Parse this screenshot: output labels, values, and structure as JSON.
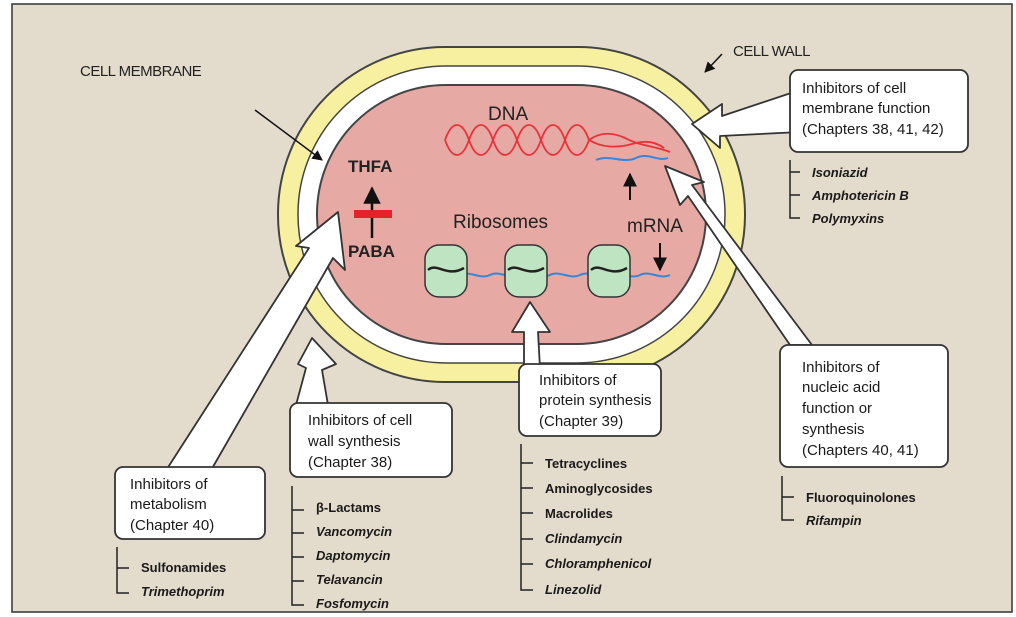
{
  "labels": {
    "cell_membrane": "CELL MEMBRANE",
    "cell_wall": "CELL WALL",
    "dna": "DNA",
    "thfa": "THFA",
    "paba": "PABA",
    "ribosomes": "Ribosomes",
    "mrna": "mRNA"
  },
  "boxes": {
    "membrane": [
      "Inhibitors of cell",
      "membrane function",
      "(Chapters 38, 41, 42)"
    ],
    "nucleic": [
      "Inhibitors of",
      "nucleic acid",
      "function or",
      "synthesis",
      "(Chapters 40, 41)"
    ],
    "protein": [
      "Inhibitors of",
      "protein synthesis",
      "(Chapter 39)"
    ],
    "wall": [
      "Inhibitors of cell",
      "wall synthesis",
      "(Chapter 38)"
    ],
    "metabolism": [
      "Inhibitors of",
      "metabolism",
      "(Chapter 40)"
    ]
  },
  "drugs": {
    "membrane": [
      {
        "name": "Isoniazid",
        "italic": true
      },
      {
        "name": "Amphotericin B",
        "italic": true
      },
      {
        "name": "Polymyxins",
        "italic": true
      }
    ],
    "nucleic": [
      {
        "name": "Fluoroquinolones",
        "italic": false
      },
      {
        "name": "Rifampin",
        "italic": true
      }
    ],
    "protein": [
      {
        "name": "Tetracyclines",
        "italic": false
      },
      {
        "name": "Aminoglycosides",
        "italic": false
      },
      {
        "name": "Macrolides",
        "italic": false
      },
      {
        "name": "Clindamycin",
        "italic": true
      },
      {
        "name": "Chloramphenicol",
        "italic": true
      },
      {
        "name": "Linezolid",
        "italic": true
      }
    ],
    "wall": [
      {
        "name": "β-Lactams",
        "italic": false
      },
      {
        "name": "Vancomycin",
        "italic": true
      },
      {
        "name": "Daptomycin",
        "italic": true
      },
      {
        "name": "Telavancin",
        "italic": true
      },
      {
        "name": "Fosfomycin",
        "italic": true
      }
    ],
    "metabolism": [
      {
        "name": "Sulfonamides",
        "italic": false
      },
      {
        "name": "Trimethoprim",
        "italic": true
      }
    ]
  },
  "colors": {
    "background": "#e3dccd",
    "cell_wall": "#f7f0a0",
    "cytoplasm": "#e6a9a4",
    "ribosome": "#bfe4c2",
    "dna_red": "#e8323a",
    "mrna_blue": "#3a86d6",
    "block_red": "#e2232a"
  }
}
